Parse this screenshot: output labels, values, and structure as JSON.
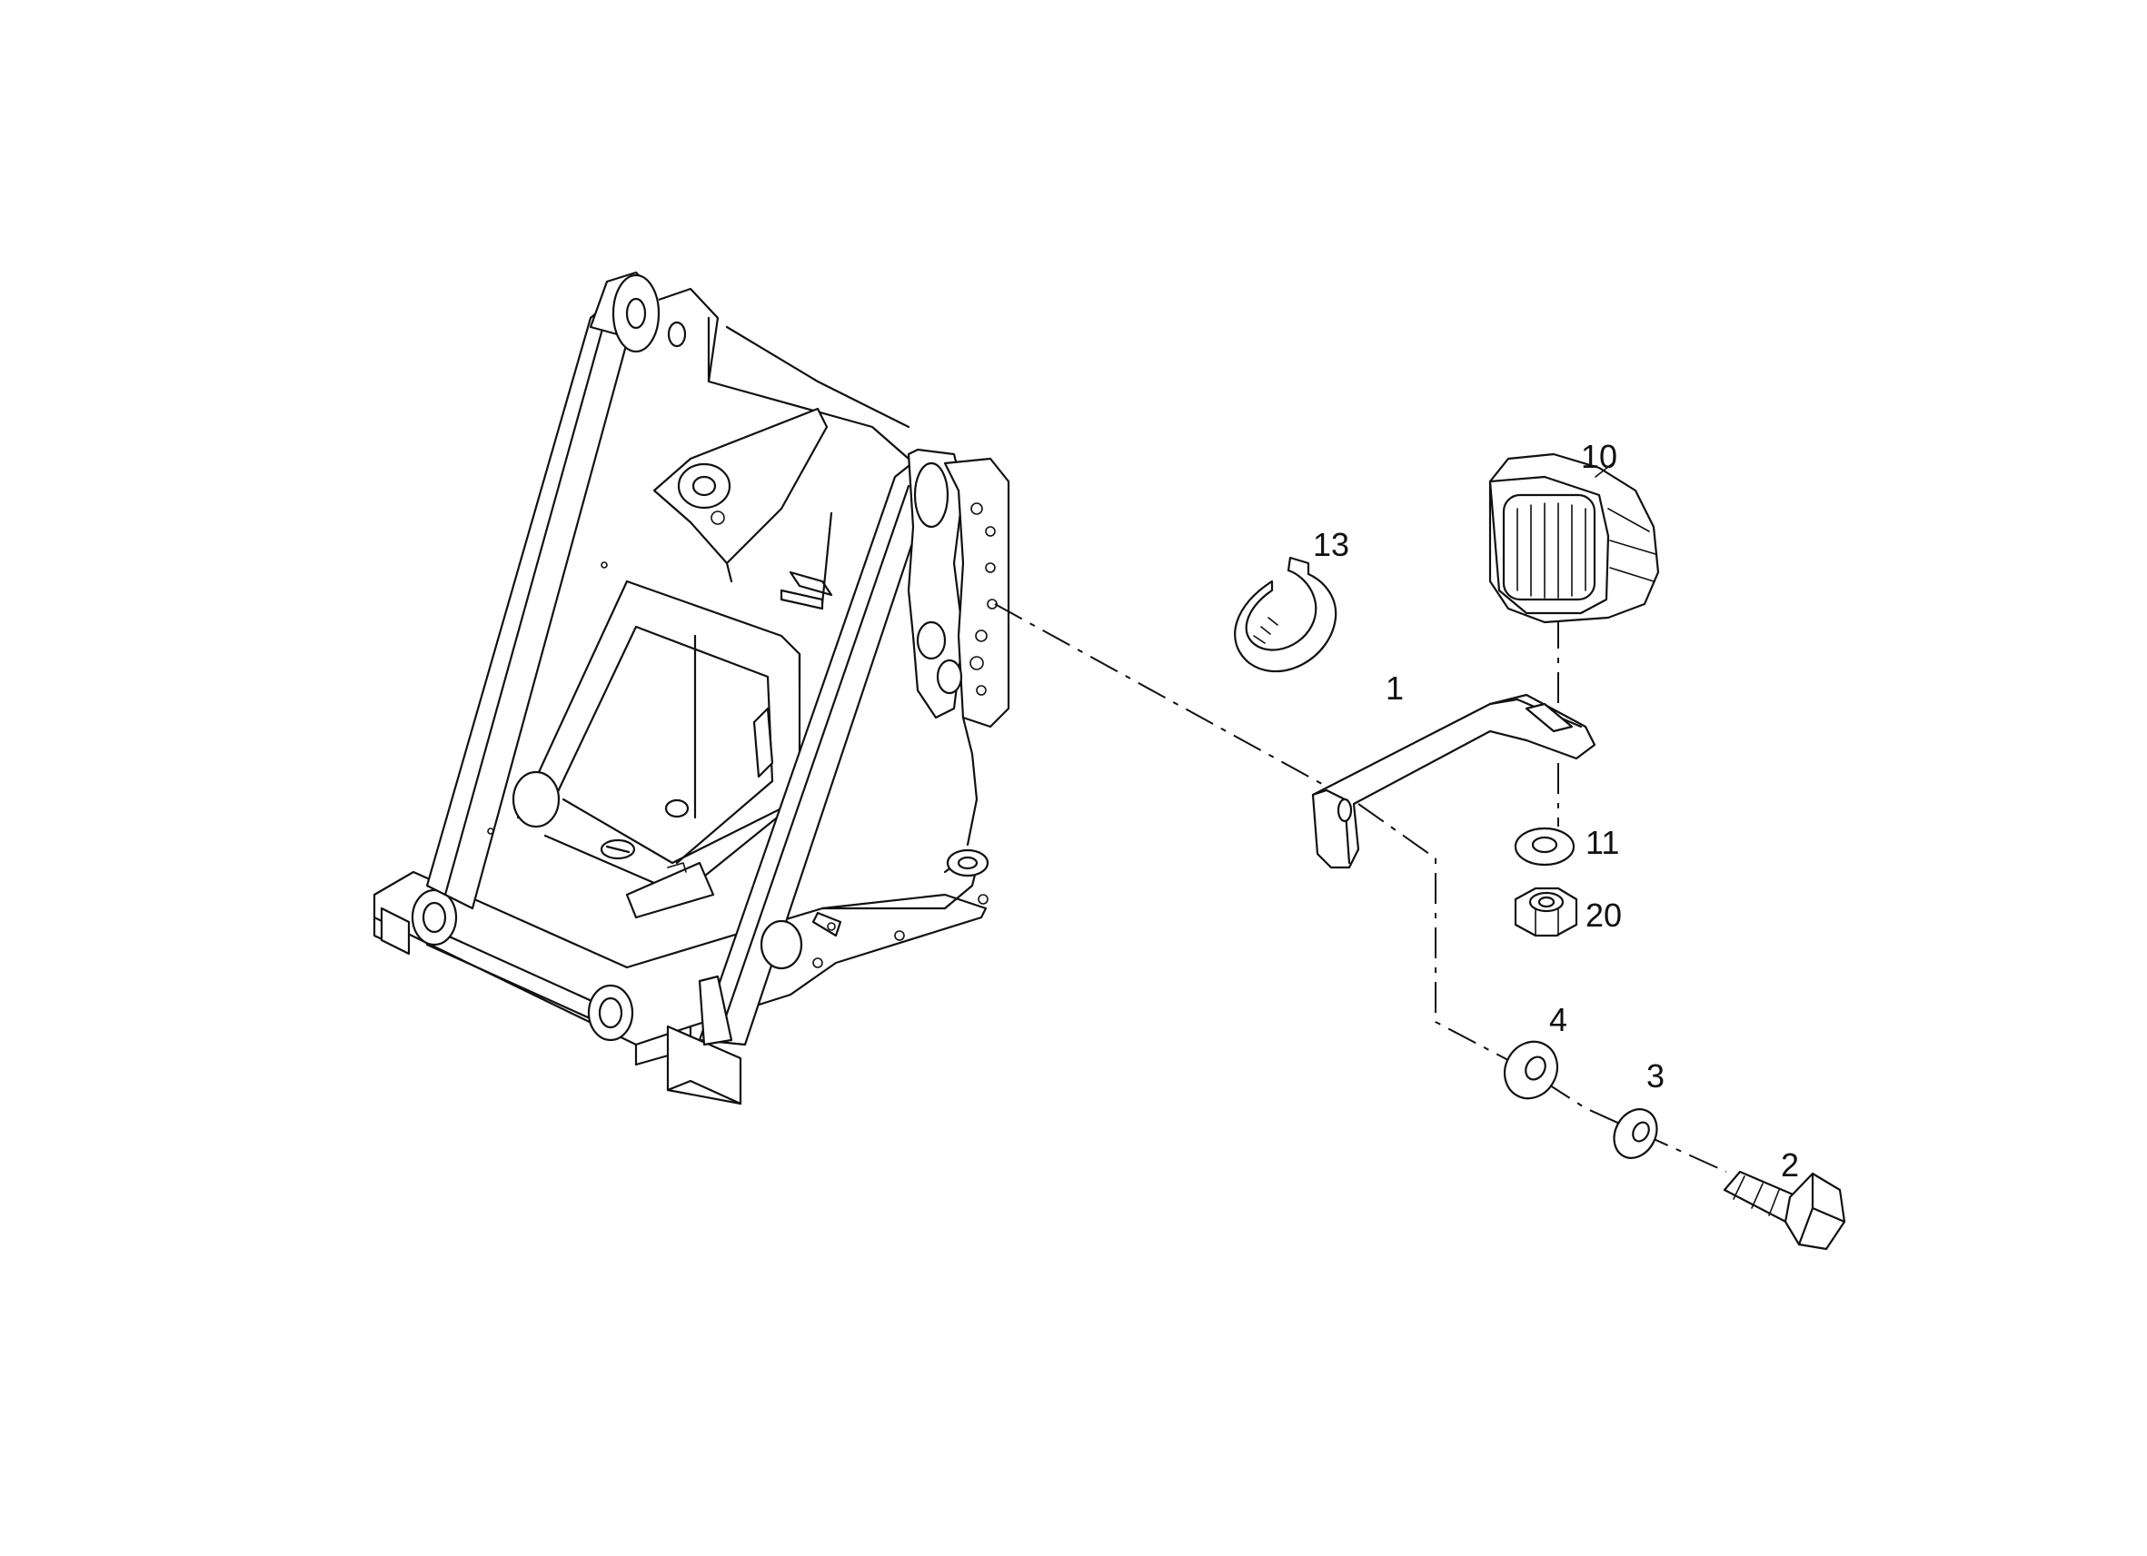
{
  "callouts": {
    "p1": "1",
    "p2": "2",
    "p3": "3",
    "p4": "4",
    "p10": "10",
    "p11": "11",
    "p13": "13",
    "p20": "20"
  }
}
